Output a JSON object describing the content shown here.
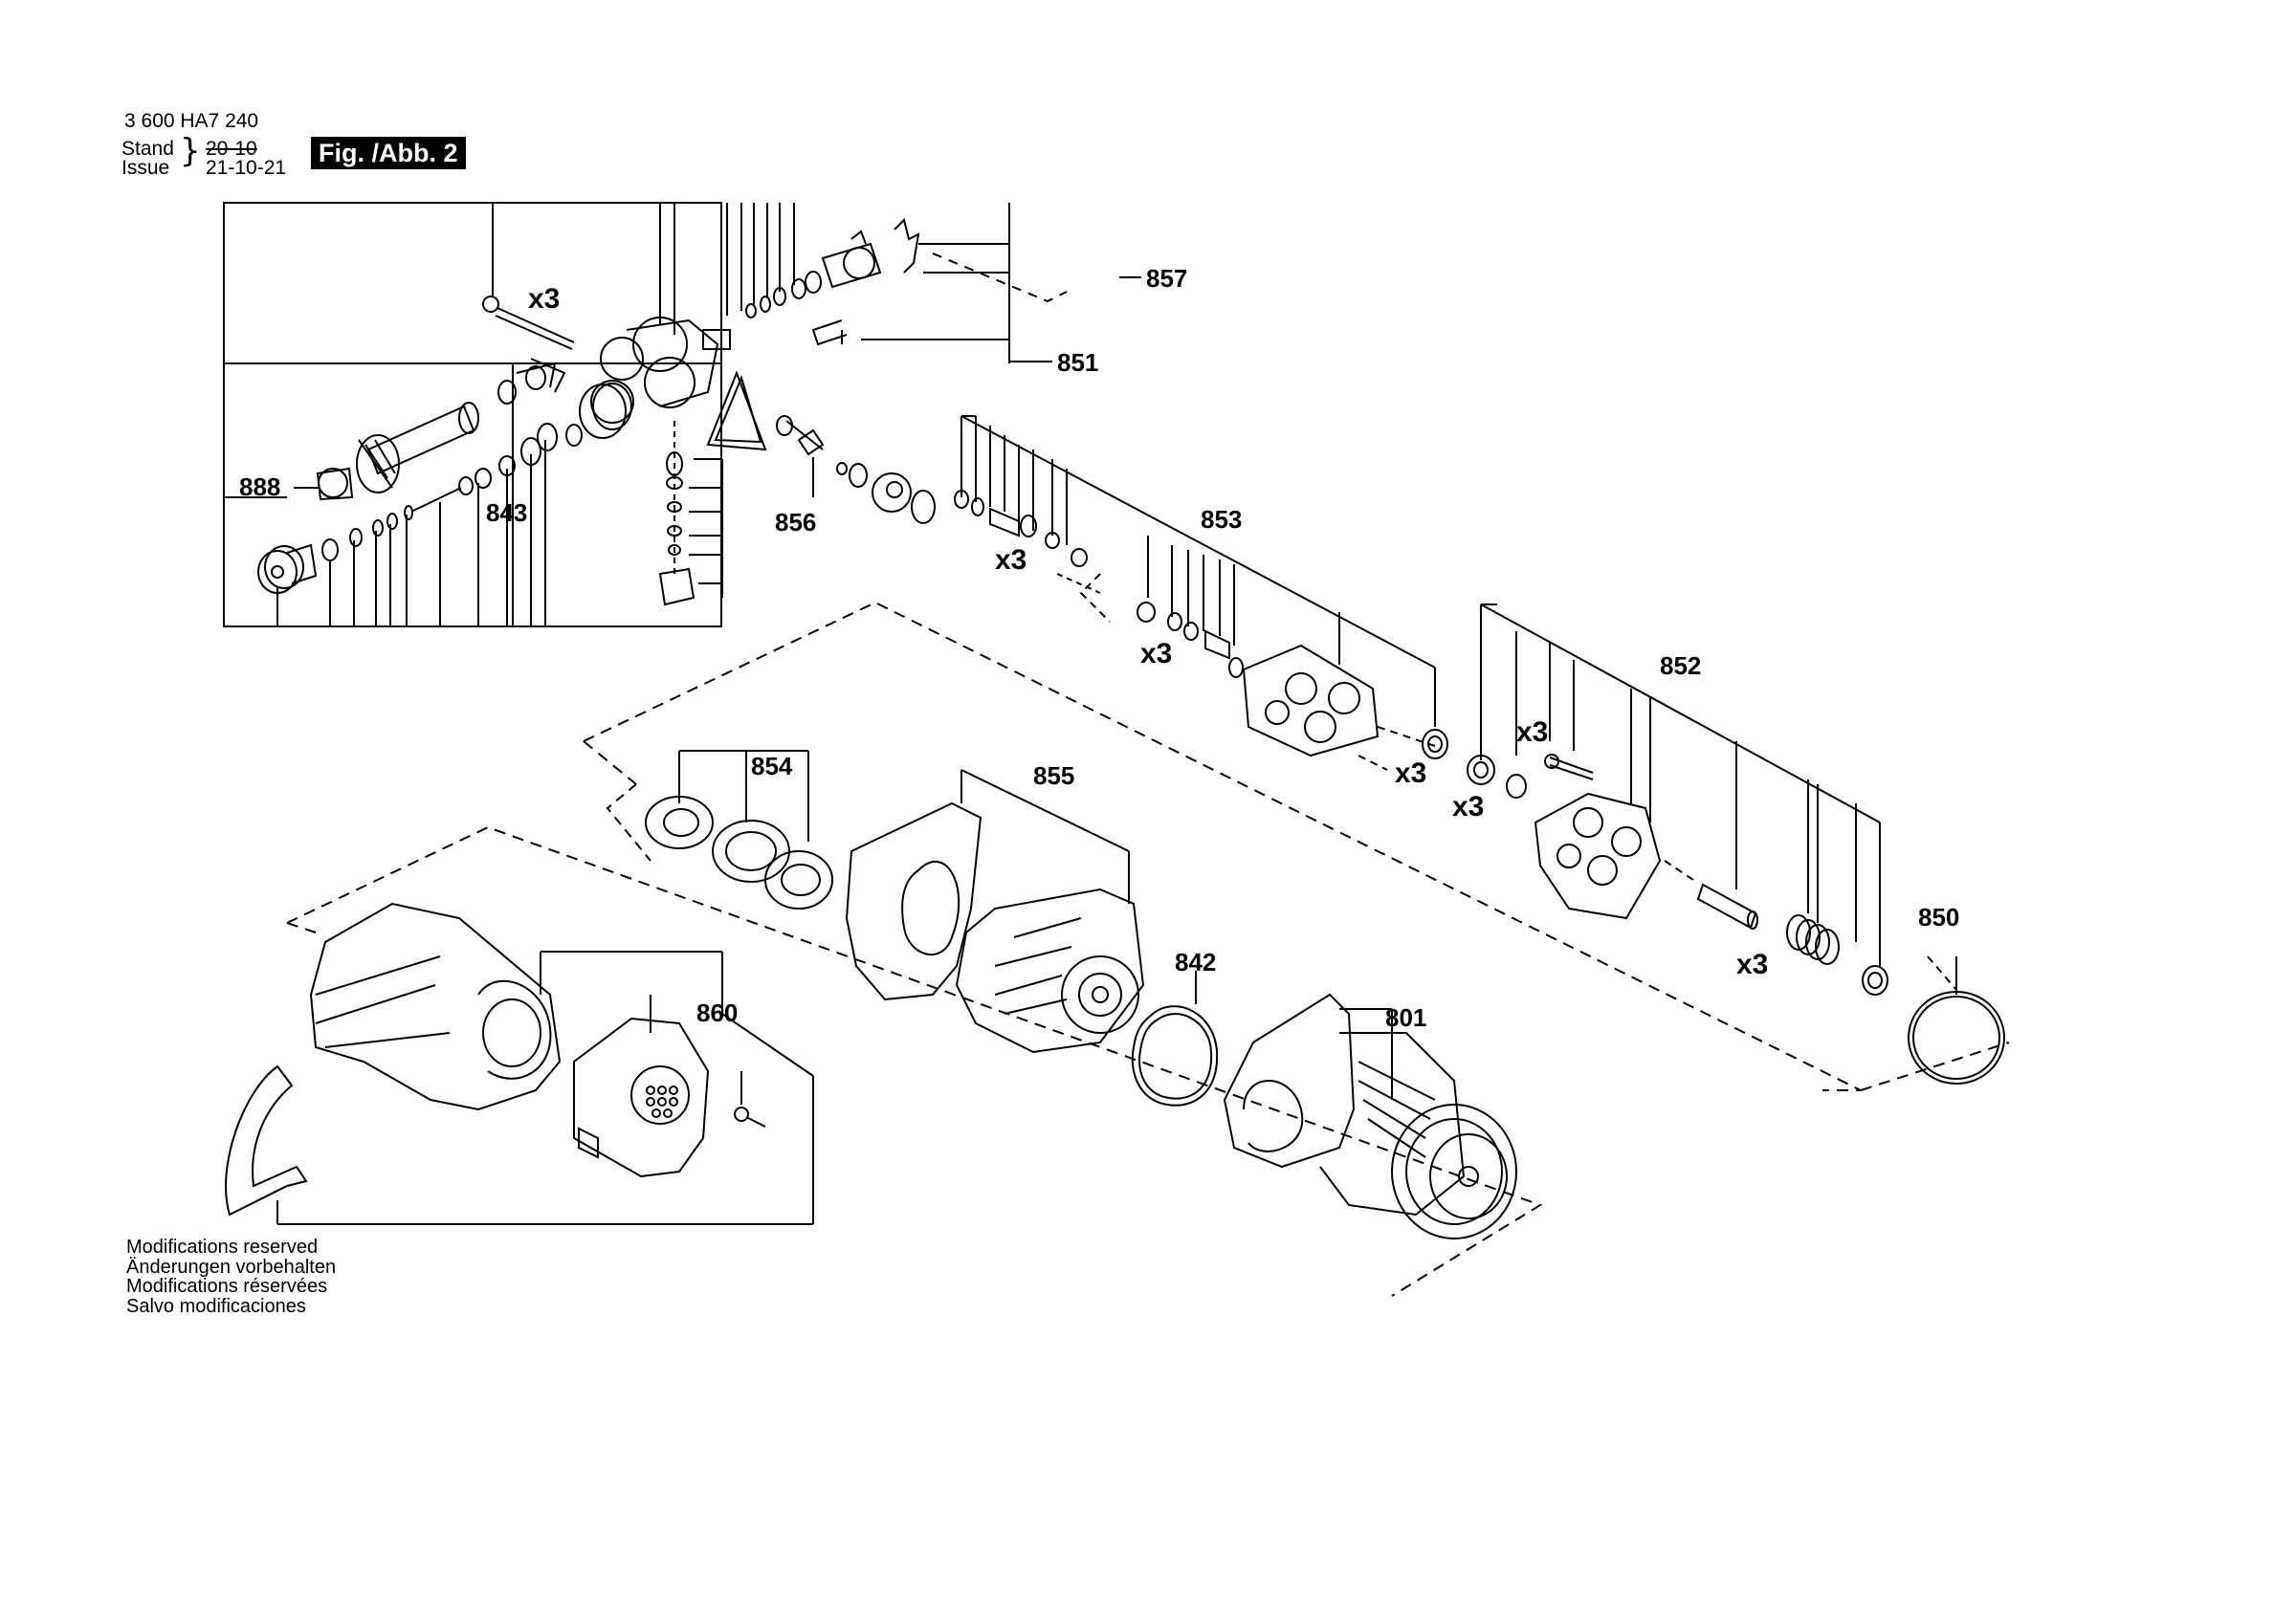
{
  "header": {
    "doc_number": "3 600 HA7 240",
    "stand_label": "Stand",
    "stand_date": "20-10",
    "issue_label": "Issue",
    "issue_date": "21-10-21",
    "figure_label": "Fig. /Abb. 2"
  },
  "callouts": {
    "p801": "801",
    "p842": "842",
    "p843": "843",
    "p850": "850",
    "p851": "851",
    "p852": "852",
    "p853": "853",
    "p854": "854",
    "p855": "855",
    "p856": "856",
    "p857": "857",
    "p860": "860",
    "p888": "888"
  },
  "quantity_marks": {
    "q1": "x3",
    "q2": "x3",
    "q3": "x3",
    "q4": "x3",
    "q5": "x3",
    "q6": "x3",
    "q7": "x3"
  },
  "notes": [
    "Modifications reserved",
    "Änderungen vorbehalten",
    "Modifications réservées",
    "Salvo modificaciones"
  ]
}
